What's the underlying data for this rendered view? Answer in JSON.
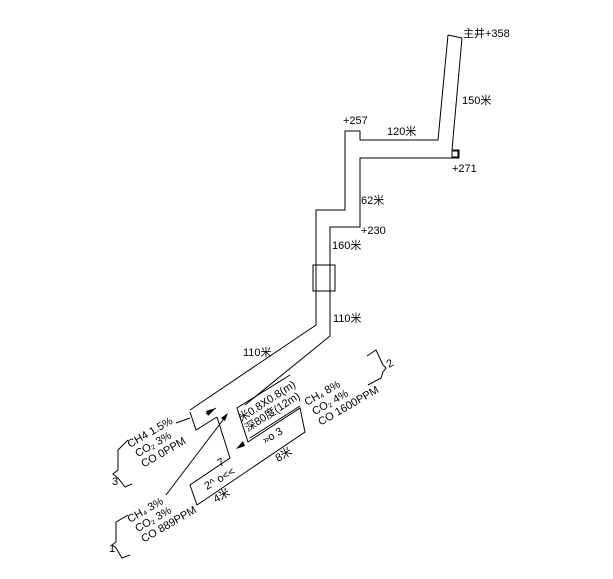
{
  "shaft": {
    "main_shaft": "主井+358",
    "len_150": "150米",
    "elev_257": "+257",
    "len_120": "120米",
    "elev_271": "+271",
    "len_62": "62米",
    "elev_230": "+230",
    "len_160": "160米",
    "len_110_a": "110米",
    "len_110_b": "110米"
  },
  "workface": {
    "size_line": "米0.8X0.8(m)",
    "depth_line": "深80度(12m)",
    "marker_3": "»o 3",
    "len_8": "8米",
    "len_4": "4米",
    "marker_7": "7",
    "marker_2": "2^ o<<"
  },
  "gas_points": [
    {
      "id": "3",
      "ch4": "CH4  1.5%",
      "co2": "CO₂  3%",
      "co": "CO   0PPM"
    },
    {
      "id": "1",
      "ch4": "CH₄   3%",
      "co2": "CO₂  3%",
      "co": "CO   889PPM"
    },
    {
      "id": "2",
      "ch4": "CH₄   8%",
      "co2": "CO₂   4%",
      "co": "CO   1600PPM"
    }
  ]
}
